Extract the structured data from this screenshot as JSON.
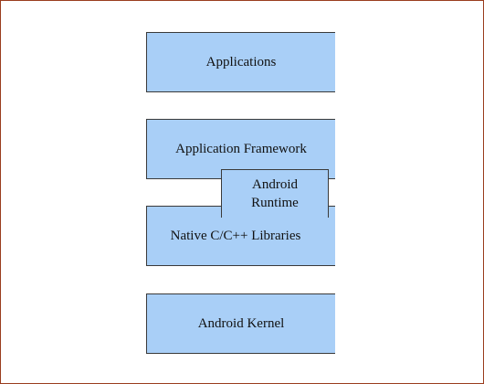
{
  "diagram": {
    "layers": {
      "applications": "Applications",
      "framework": "Application Framework",
      "runtime_line1": "Android",
      "runtime_line2": "Runtime",
      "native": "Native C/C++ Libraries",
      "kernel": "Android Kernel"
    },
    "colors": {
      "box_fill": "#a9cff7",
      "box_border": "#3a3a3a",
      "frame_border": "#9a3d1e"
    }
  }
}
